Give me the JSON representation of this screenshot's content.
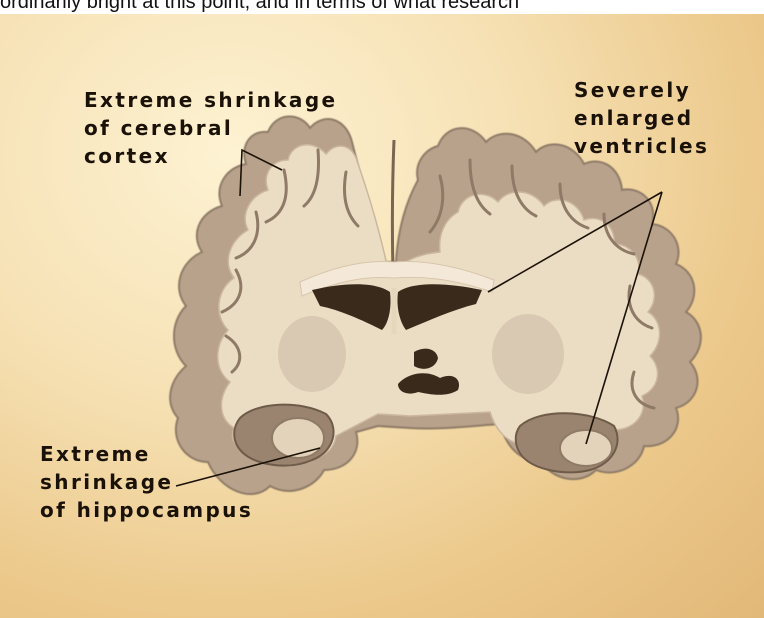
{
  "top_strip_text": "ordinarily bright at this point, and in terms of what research",
  "labels": {
    "cortex": "Extreme shrinkage\nof cerebral\ncortex",
    "ventricles": "Severely\nenlarged\nventricles",
    "hippocampus": "Extreme\nshrinkage\nof hippocampus"
  },
  "colors": {
    "background": "#f6e1b4",
    "tissue_outer": "#b9a28c",
    "tissue_inner": "#ebdcc4",
    "cavity": "#3a2a1c",
    "label_text": "#1a1208"
  }
}
